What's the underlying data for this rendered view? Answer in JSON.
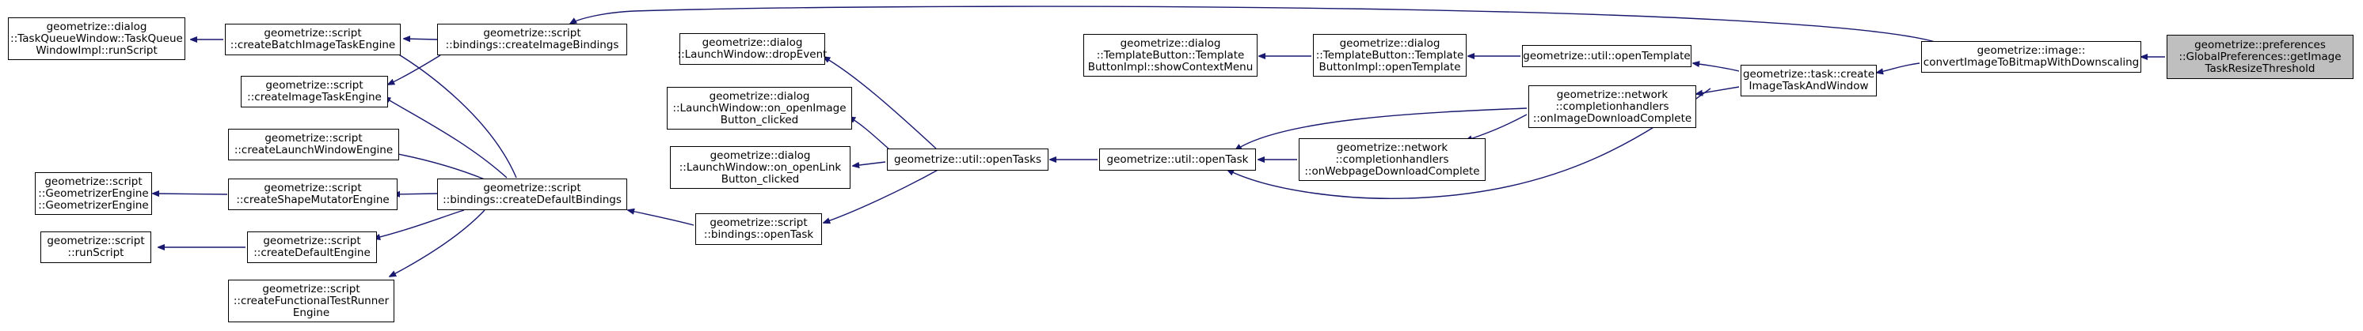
{
  "colors": {
    "edge": "#191970",
    "root_fill": "#bfbfbf",
    "node_fill": "#ffffff",
    "node_border": "#000000"
  },
  "nodes": {
    "taskqueue_runscript": "geometrize::dialog\n::TaskQueueWindow::TaskQueue\nWindowImpl::runScript",
    "create_batch_image_task_engine": "geometrize::script\n::createBatchImageTaskEngine",
    "create_image_task_engine": "geometrize::script\n::createImageTaskEngine",
    "create_launch_window_engine": "geometrize::script\n::createLaunchWindowEngine",
    "geometrizer_engine": "geometrize::script\n::GeometrizerEngine\n::GeometrizerEngine",
    "create_shape_mutator_engine": "geometrize::script\n::createShapeMutatorEngine",
    "run_script": "geometrize::script\n::runScript",
    "create_default_engine": "geometrize::script\n::createDefaultEngine",
    "create_functional_test_runner_engine": "geometrize::script\n::createFunctionalTestRunner\nEngine",
    "create_image_bindings": "geometrize::script\n::bindings::createImageBindings",
    "create_default_bindings": "geometrize::script\n::bindings::createDefaultBindings",
    "launch_window_drop_event": "geometrize::dialog\n::LaunchWindow::dropEvent",
    "launch_window_open_image": "geometrize::dialog\n::LaunchWindow::on_openImage\nButton_clicked",
    "launch_window_open_link": "geometrize::dialog\n::LaunchWindow::on_openLink\nButton_clicked",
    "bindings_open_task": "geometrize::script\n::bindings::openTask",
    "util_open_tasks": "geometrize::util::openTasks",
    "util_open_task": "geometrize::util::openTask",
    "template_button_show_context_menu": "geometrize::dialog\n::TemplateButton::Template\nButtonImpl::showContextMenu",
    "template_button_open_template": "geometrize::dialog\n::TemplateButton::Template\nButtonImpl::openTemplate",
    "util_open_template": "geometrize::util::openTemplate",
    "on_image_download_complete": "geometrize::network\n::completionhandlers\n::onImageDownloadComplete",
    "on_webpage_download_complete": "geometrize::network\n::completionhandlers\n::onWebpageDownloadComplete",
    "create_image_task_and_window": "geometrize::task::create\nImageTaskAndWindow",
    "convert_image_to_bitmap": "geometrize::image::\nconvertImageToBitmapWithDownscaling",
    "get_image_task_resize_threshold": "geometrize::preferences\n::GlobalPreferences::getImage\nTaskResizeThreshold"
  }
}
